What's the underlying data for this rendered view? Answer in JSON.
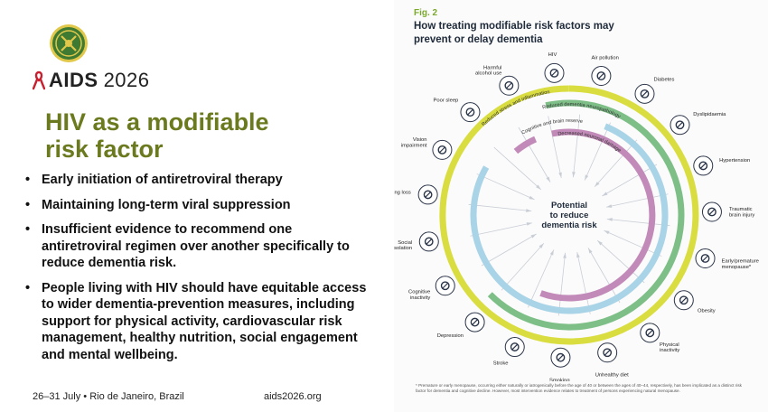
{
  "slide": {
    "brand": {
      "name": "AIDS",
      "year": "2026"
    },
    "title_lines": [
      "HIV as a modifiable",
      "risk factor"
    ],
    "bullets": [
      "Early initiation of antiretroviral therapy",
      "Maintaining long-term viral suppression",
      "Insufficient evidence to recommend one antiretroviral regimen over another specifically to reduce dementia risk.",
      "People living with HIV should have equitable access to wider dementia-prevention measures, including support for physical activity, cardiovascular risk management, healthy nutrition, social engagement and mental wellbeing."
    ],
    "footer": {
      "dates": "26–31 July",
      "bullet": "•",
      "place": "Rio de Janeiro, Brazil",
      "url": "aids2026.org"
    }
  },
  "figure": {
    "label": "Fig. 2",
    "title": "How treating modifiable risk factors may prevent or delay dementia",
    "center_text": [
      "Potential",
      "to reduce",
      "dementia risk"
    ],
    "arcs": [
      {
        "label": "Reduced stress and inflammation",
        "color": "#d9dd3f"
      },
      {
        "label": "Reduced dementia neuropathology",
        "color": "#7dbf87"
      },
      {
        "label": "Cognitive and brain reserve",
        "color": "#a9d3e6"
      },
      {
        "label": "Decreased neuronal damage",
        "color": "#c28ab8"
      }
    ],
    "risk_factors": [
      {
        "label": "HIV",
        "icon": "ribbon-icon"
      },
      {
        "label": "Air pollution",
        "icon": "factory-icon"
      },
      {
        "label": "Diabetes",
        "icon": "glucometer-icon"
      },
      {
        "label": "Dyslipidaemia",
        "icon": "syringe-icon"
      },
      {
        "label": "Hypertension",
        "icon": "heart-pressure-icon"
      },
      {
        "label": "Traumatic brain injury",
        "icon": "brain-icon"
      },
      {
        "label": "Early/premature menopause*",
        "icon": "uterus-icon"
      },
      {
        "label": "Obesity",
        "icon": "scale-icon"
      },
      {
        "label": "Physical inactivity",
        "icon": "running-icon"
      },
      {
        "label": "Unhealthy diet",
        "icon": "food-icon"
      },
      {
        "label": "Smoking",
        "icon": "cigarette-icon"
      },
      {
        "label": "Stroke",
        "icon": "brain-stroke-icon"
      },
      {
        "label": "Depression",
        "icon": "sad-head-icon"
      },
      {
        "label": "Cognitive inactivity",
        "icon": "cognition-icon"
      },
      {
        "label": "Social isolation",
        "icon": "isolation-icon"
      },
      {
        "label": "Hearing loss",
        "icon": "ear-icon"
      },
      {
        "label": "Vision impairment",
        "icon": "eye-icon"
      },
      {
        "label": "Poor sleep",
        "icon": "bed-icon"
      },
      {
        "label": "Harmful alcohol use",
        "icon": "wine-glass-icon"
      }
    ],
    "footnote": "* Premature or early menopause, occurring either naturally or iatrogenically before the age of 40 or between the ages of 40–44, respectively, has been implicated as a distinct risk factor for dementia and cognitive decline. However, most intervention evidence relates to treatment of persons experiencing natural menopause."
  }
}
